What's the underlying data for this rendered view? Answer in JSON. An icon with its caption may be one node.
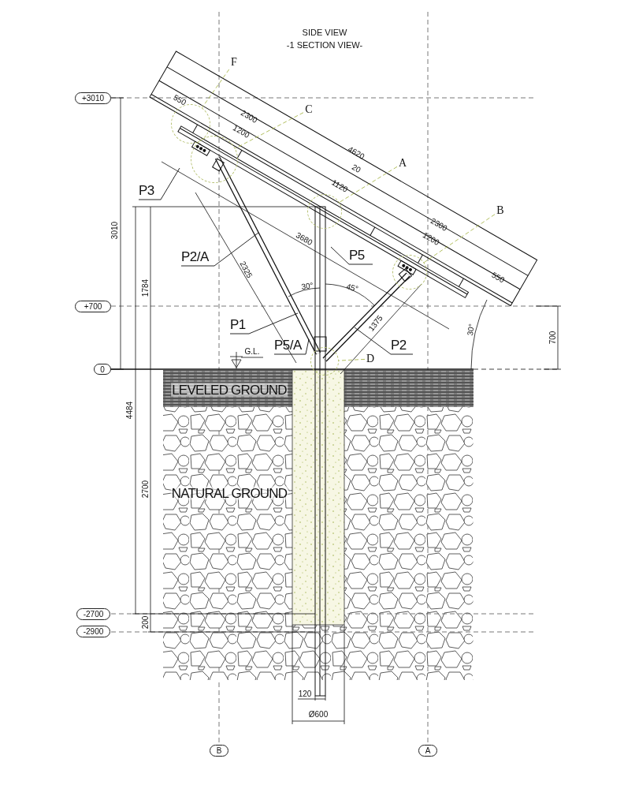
{
  "diagram": {
    "title": "SIDE VIEW",
    "nodes": [
      {
        "text": [
          "+3010"
        ]
      },
      {
        "text": [
          "+700"
        ]
      },
      {
        "text": [
          "0"
        ]
      },
      {
        "text": [
          "-2700"
        ]
      },
      {
        "text": [
          "-2900"
        ]
      },
      {
        "text": [
          "B"
        ]
      },
      {
        "text": [
          "A"
        ]
      },
      {
        "text": [
          "F"
        ]
      },
      {
        "text": [],
        "shape": "circle"
      },
      {
        "text": [
          "C"
        ]
      },
      {
        "text": [],
        "shape": "circle"
      },
      {
        "text": [
          "A"
        ]
      },
      {
        "text": [],
        "shape": "circle"
      },
      {
        "text": [
          "B"
        ]
      },
      {
        "text": [],
        "shape": "circle"
      },
      {
        "text": [
          "D"
        ]
      },
      {
        "text": [],
        "shape": "circle"
      },
      {
        "text": [
          "P3"
        ]
      },
      {
        "text": [
          "P2/A"
        ]
      },
      {
        "text": [
          "P5"
        ]
      },
      {
        "text": [
          "P1"
        ]
      },
      {
        "text": [
          "P5/A"
        ]
      },
      {
        "text": [
          "P2"
        ]
      }
    ],
    "edges": [
      {
        "from": 7,
        "to": 8,
        "arrow": "none",
        "style": "dashed",
        "color": "#a9b84e"
      },
      {
        "from": 9,
        "to": 10,
        "arrow": "none",
        "style": "dashed",
        "color": "#a9b84e"
      },
      {
        "from": 11,
        "to": 12,
        "arrow": "none",
        "style": "dashed",
        "color": "#a9b84e"
      },
      {
        "from": 13,
        "to": 14,
        "arrow": "none",
        "style": "dashed",
        "color": "#a9b84e"
      },
      {
        "from": 15,
        "to": 16,
        "arrow": "none",
        "style": "dashed",
        "color": "#a9b84e"
      },
      {
        "from": 17,
        "to": null,
        "arrow": "none"
      },
      {
        "from": 18,
        "to": null,
        "arrow": "none"
      },
      {
        "from": 19,
        "to": null,
        "arrow": "none"
      },
      {
        "from": 20,
        "to": null,
        "arrow": "none"
      },
      {
        "from": 21,
        "to": null,
        "arrow": "none"
      },
      {
        "from": 22,
        "to": null,
        "arrow": "none"
      }
    ],
    "labels": [
      "-1 SECTION VIEW-",
      "550",
      "2300",
      "1200",
      "4620",
      "20",
      "1120",
      "2300",
      "1200",
      "550",
      "3680",
      "3010",
      "2325",
      "30°",
      "45°",
      "1784",
      "1375",
      "30°",
      "700",
      "G.L.",
      "LEVELED GROUND",
      "4484",
      "NATURAL GROUND",
      "2700",
      "200",
      "120",
      "Ø600"
    ]
  }
}
